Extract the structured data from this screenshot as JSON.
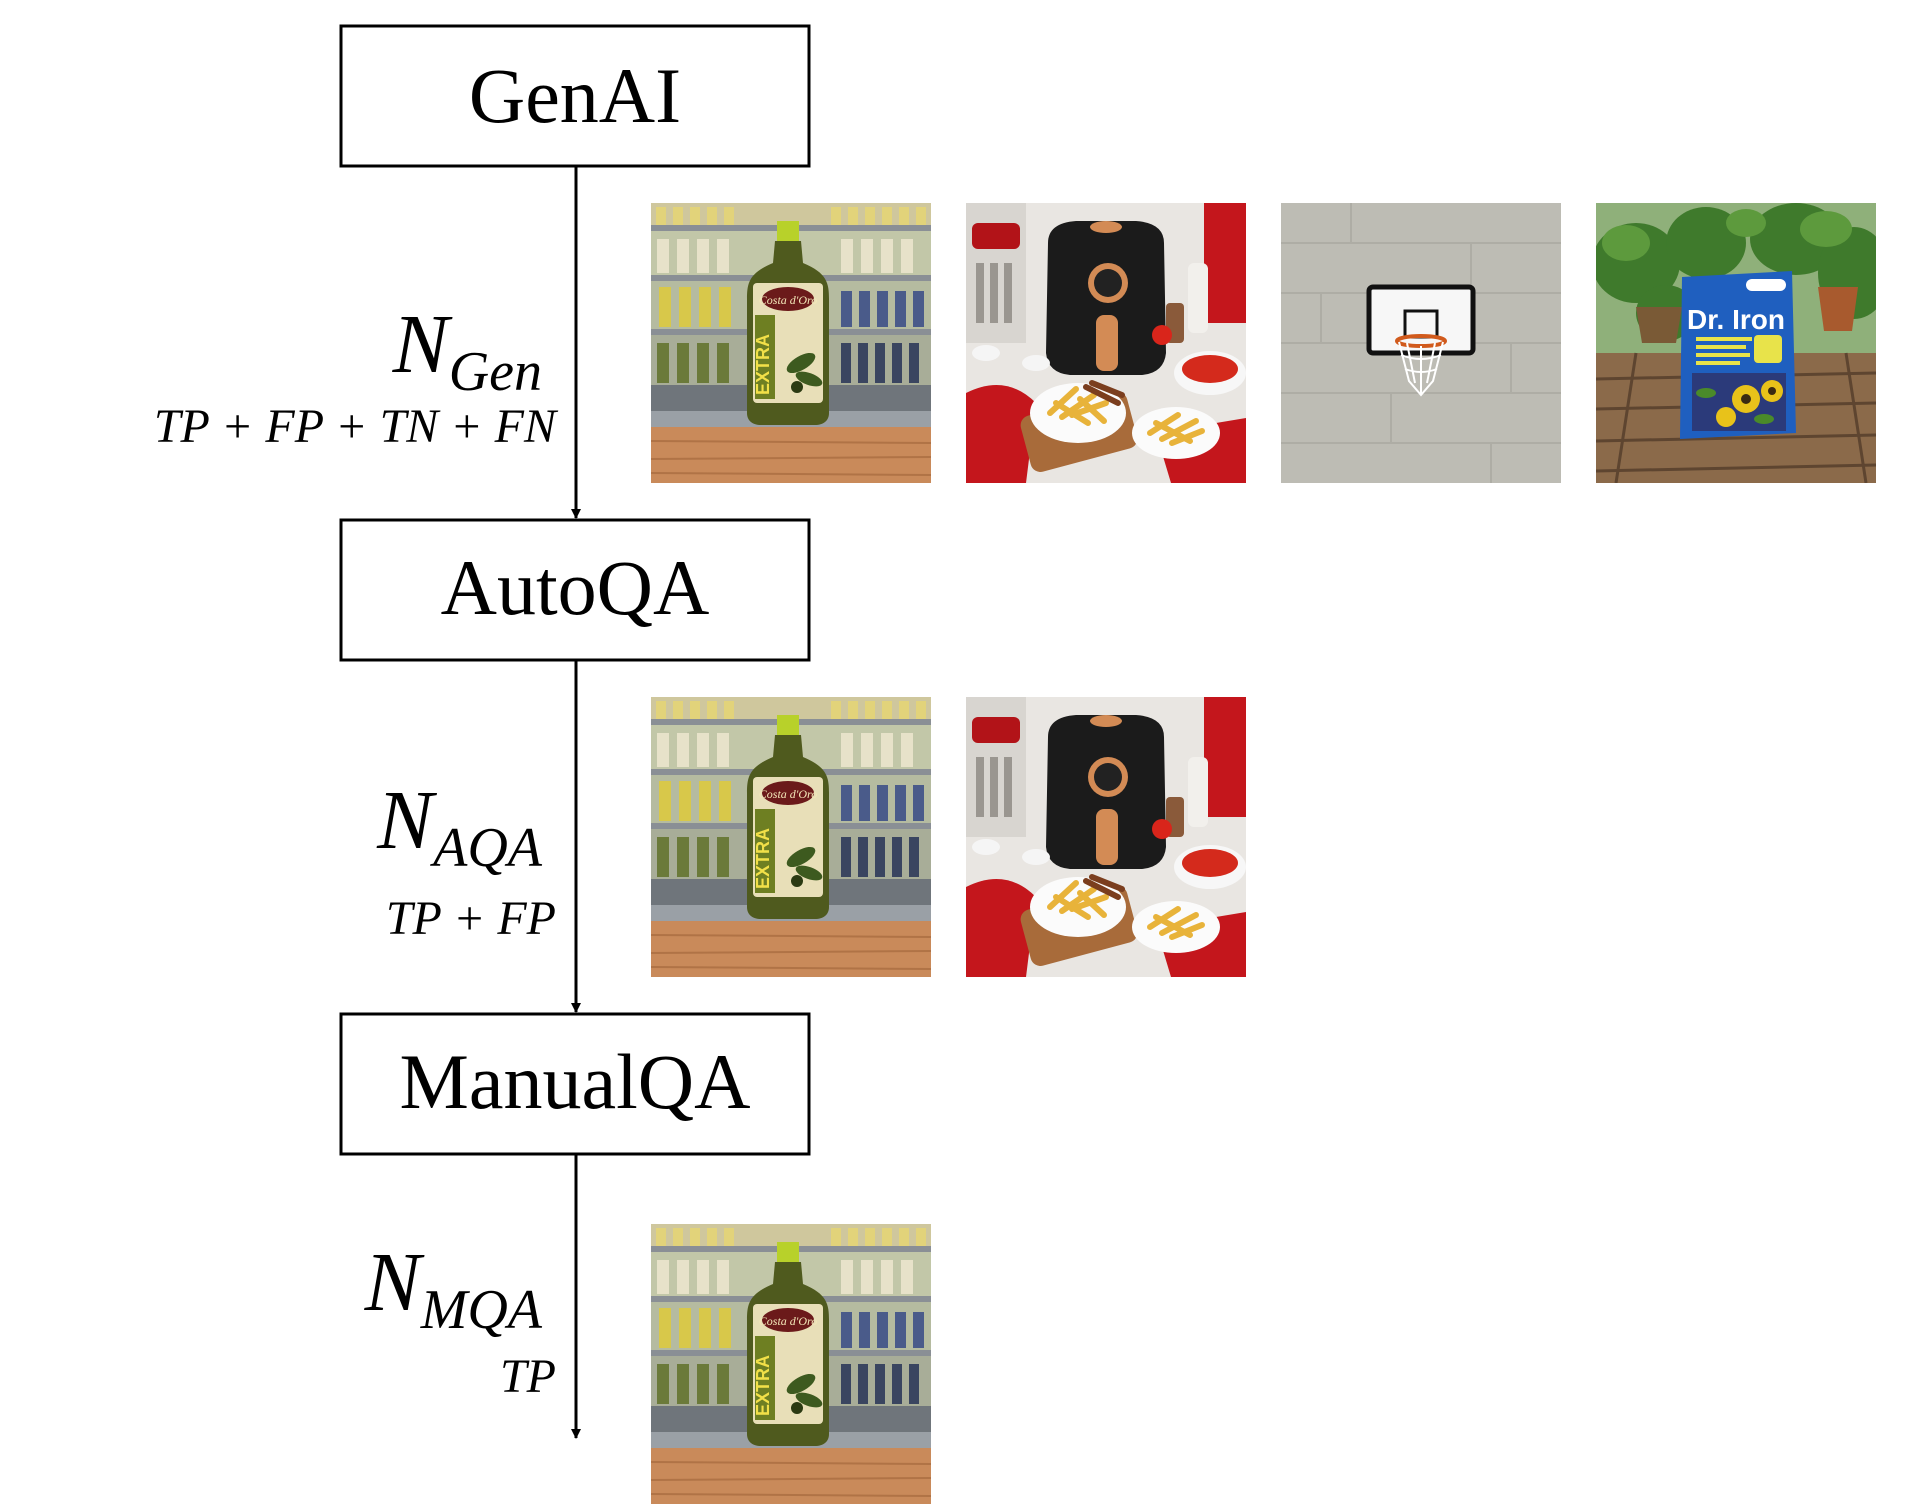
{
  "stages": [
    {
      "id": "genai",
      "label": "GenAI"
    },
    {
      "id": "autoqa",
      "label": "AutoQA"
    },
    {
      "id": "manualqa",
      "label": "ManualQA"
    }
  ],
  "flows": [
    {
      "symbol": "N",
      "subscript": "Gen",
      "terms": "TP + FP + TN + FN",
      "thumbnails": [
        "olive-oil-bottle-shelf",
        "air-fryer-french-fries",
        "basketball-hoop-wall",
        "dr-iron-bag-garden"
      ]
    },
    {
      "symbol": "N",
      "subscript": "AQA",
      "terms": "TP + FP",
      "thumbnails": [
        "olive-oil-bottle-shelf",
        "air-fryer-french-fries"
      ]
    },
    {
      "symbol": "N",
      "subscript": "MQA",
      "terms": "TP",
      "thumbnails": [
        "olive-oil-bottle-shelf"
      ]
    }
  ],
  "product_text": {
    "olive_oil_label": "EXTRA",
    "olive_oil_brand": "Costa d'Oro",
    "dr_iron_label": "Dr. Iron"
  },
  "colors": {
    "stroke": "#000000",
    "background": "#ffffff",
    "wood": "#c98a5a",
    "shelf_gray": "#7a7f85",
    "bottle_olive": "#4f5a1e",
    "fryer_black": "#1b1b1b",
    "accent_red": "#c4161c",
    "fries_yellow": "#e8b33a",
    "wall_gray": "#bdbcb4",
    "bag_blue": "#1f5fbf",
    "plant_green": "#3f7a2c"
  }
}
